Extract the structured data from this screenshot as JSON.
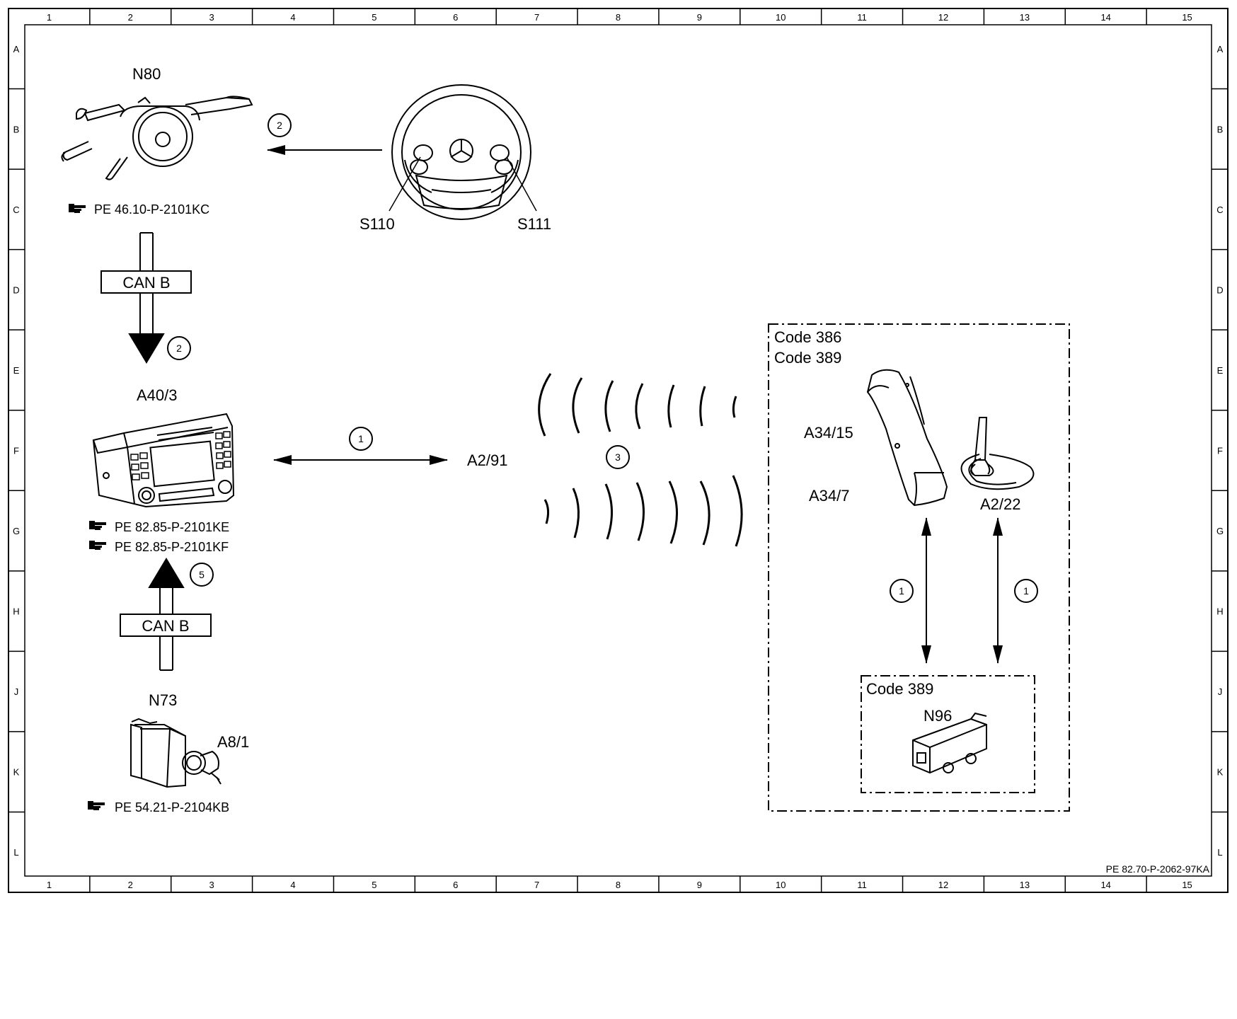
{
  "border": {
    "columns": [
      "1",
      "2",
      "3",
      "4",
      "5",
      "6",
      "7",
      "8",
      "9",
      "10",
      "11",
      "12",
      "13",
      "14",
      "15"
    ],
    "rows": [
      "A",
      "B",
      "C",
      "D",
      "E",
      "F",
      "G",
      "H",
      "J",
      "K",
      "L"
    ]
  },
  "components": {
    "n80": "N80",
    "n80_ref": "PE 46.10-P-2101KC",
    "s110": "S110",
    "s111": "S111",
    "a40_3": "A40/3",
    "a40_3_ref1": "PE 82.85-P-2101KE",
    "a40_3_ref2": "PE 82.85-P-2101KF",
    "a2_91": "A2/91",
    "n73": "N73",
    "a8_1": "A8/1",
    "n73_ref": "PE 54.21-P-2104KB",
    "a34_15": "A34/15",
    "a34_7": "A34/7",
    "a2_22": "A2/22",
    "n96": "N96"
  },
  "buses": {
    "upper": "CAN B",
    "lower": "CAN B"
  },
  "codes": {
    "outer_1": "Code 386",
    "outer_2": "Code 389",
    "inner": "Code 389"
  },
  "callouts": {
    "steering_to_n80": "2",
    "n80_to_a40": "2",
    "a40_a291": "1",
    "wireless": "3",
    "n73_to_a40": "5",
    "a3415_n96": "1",
    "a222_n96": "1"
  },
  "figure_id": "PE 82.70-P-2062-97KA"
}
